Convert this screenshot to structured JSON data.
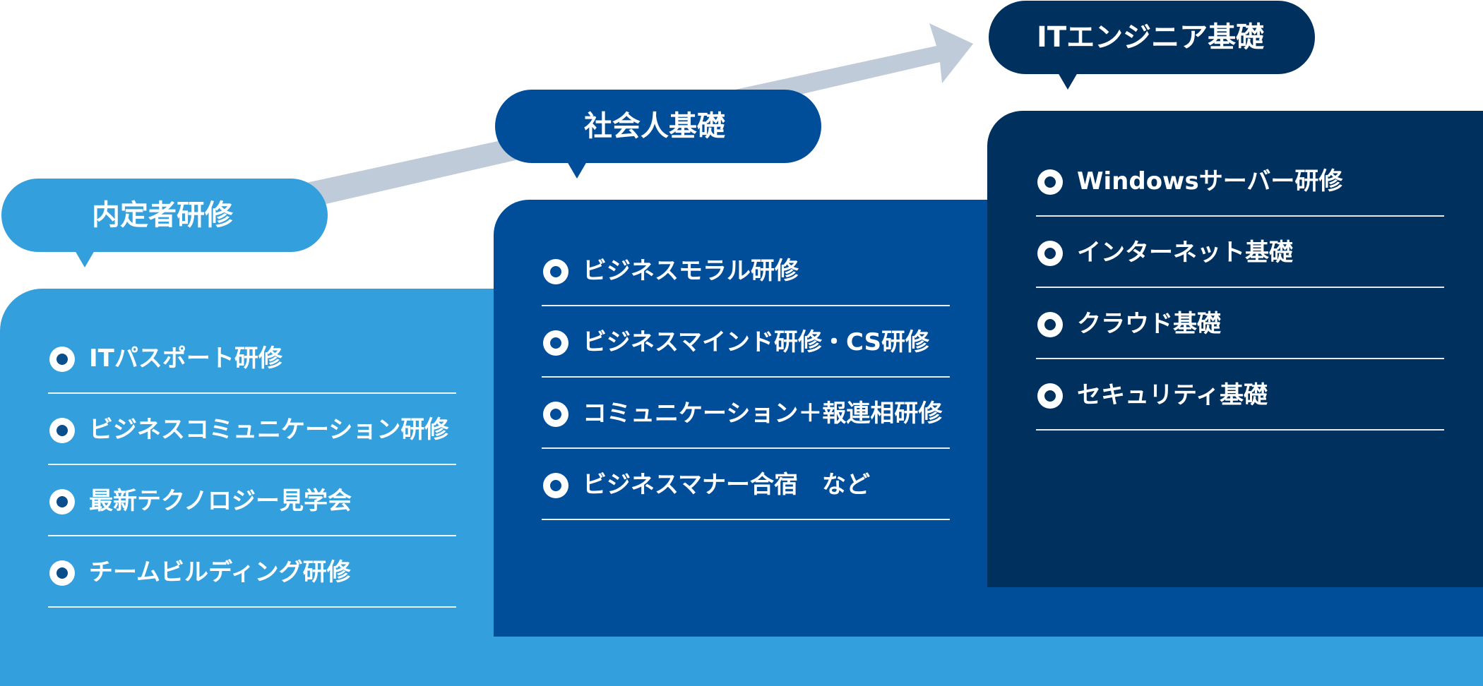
{
  "colors": {
    "step1": "#339fdc",
    "step2": "#004d9a",
    "step3": "#00315e",
    "arrow": "#bfcbd8",
    "text": "#ffffff"
  },
  "stages": [
    {
      "title": "内定者研修",
      "items": [
        "ITパスポート研修",
        "ビジネスコミュニケーション研修",
        "最新テクノロジー見学会",
        "チームビルディング研修"
      ]
    },
    {
      "title": "社会人基礎",
      "items": [
        "ビジネスモラル研修",
        "ビジネスマインド研修・CS研修",
        "コミュニケーション＋報連相研修",
        "ビジネスマナー合宿　など"
      ]
    },
    {
      "title": "ITエンジニア基礎",
      "items": [
        "Windowsサーバー研修",
        "インターネット基礎",
        "クラウド基礎",
        "セキュリティ基礎"
      ]
    }
  ]
}
